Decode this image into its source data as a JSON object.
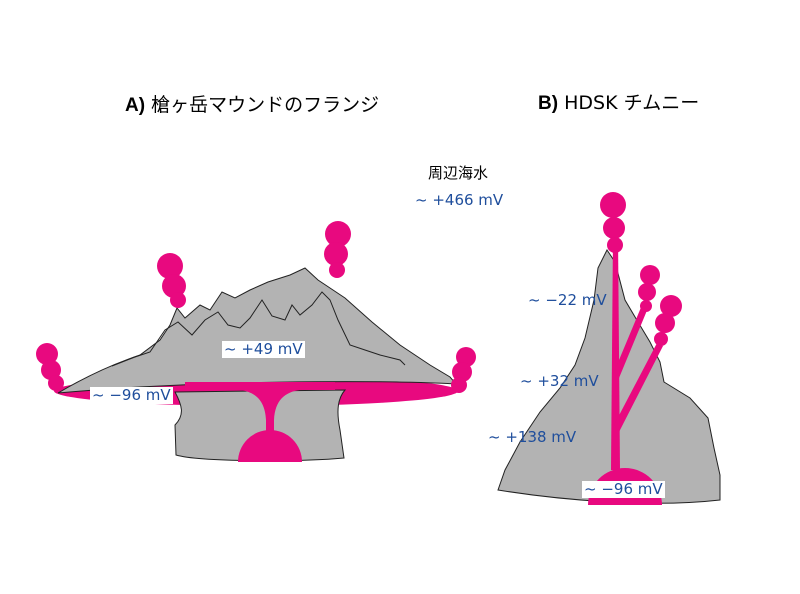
{
  "panel_a": {
    "prefix": "A)",
    "title": "槍ヶ岳マウンドのフランジ",
    "labels": {
      "upper": "~ +49 mV",
      "flange": "~ −96 mV"
    }
  },
  "panel_b": {
    "prefix": "B)",
    "title": "HDSK チムニー",
    "labels": {
      "top": "~ −22 mV",
      "middle": "~ +32 mV",
      "lower": "~ +138 mV",
      "base": "~ −96 mV"
    }
  },
  "seawater": {
    "label": "周辺海水",
    "value": "~ +466 mV"
  },
  "colors": {
    "rock": "#b3b3b3",
    "fluid": "#e8097f",
    "label": "#1f4e9c"
  }
}
